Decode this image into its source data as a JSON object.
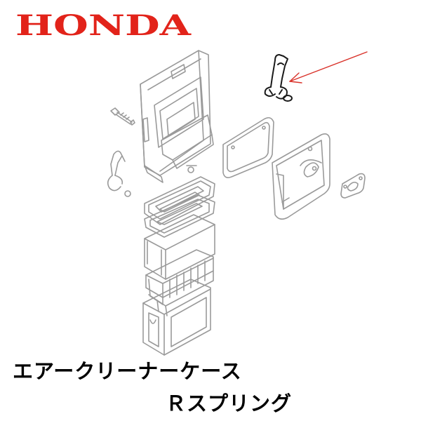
{
  "brand": {
    "logo_text": "HONDA",
    "color": "#e2231a"
  },
  "diagram": {
    "line_color": "#9a9a9a",
    "highlight_color": "#1a1a1a",
    "arrow_color": "#d9322a",
    "highlighted_part_icon": "r-spring-clip-icon"
  },
  "caption": {
    "line1": "エアークリーナーケース",
    "line2": "Ｒスプリング"
  }
}
